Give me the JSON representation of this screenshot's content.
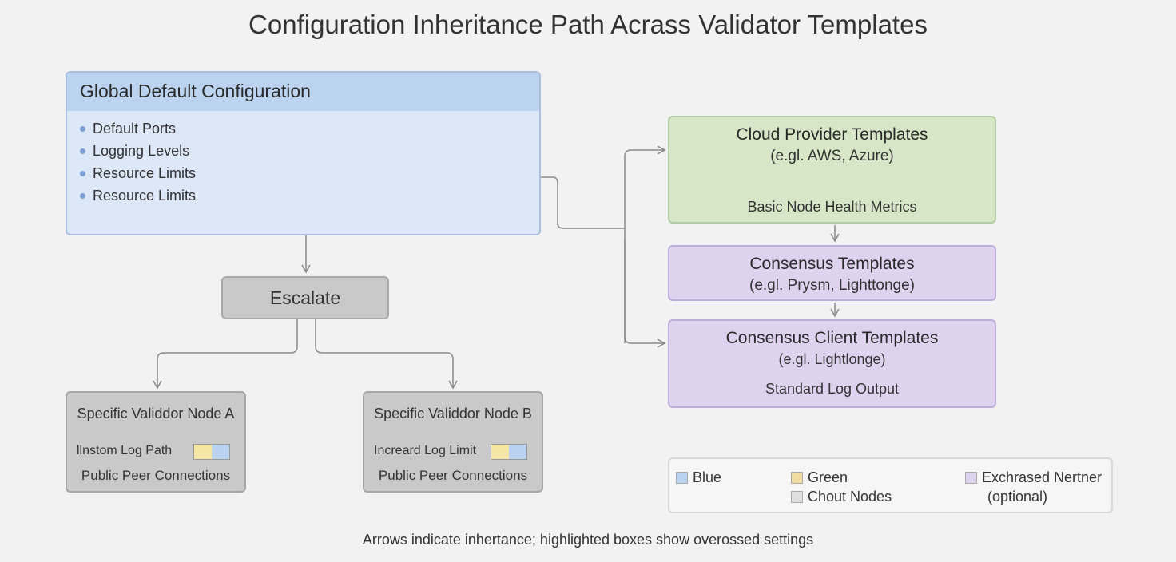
{
  "title": "Configuration Inheritance Path Acrass Validator Templates",
  "global": {
    "header": "Global Default Configuration",
    "items": [
      "Default Ports",
      "Logging Levels",
      "Resource Limits",
      "Resource Limits"
    ]
  },
  "cloud": {
    "title": "Cloud Provider Templates",
    "sub": "(e.gl. AWS, Azure)",
    "detail": "Basic Node Health Metrics"
  },
  "consensus": {
    "title": "Consensus Templates",
    "sub": "(e.gl. Prysm, Lighttonge)"
  },
  "client": {
    "title": "Consensus Client Templates",
    "sub": "(e.gl. Lightlonge)",
    "detail": "Standard Log Output"
  },
  "escalate": "Escalate",
  "nodeA": {
    "title": "Specific Validdor Node A",
    "override": "llnstom Log Path",
    "peer": "Public Peer Connections"
  },
  "nodeB": {
    "title": "Specific Validdor Node B",
    "override": "Increard Log Limit",
    "peer": "Public Peer Connections"
  },
  "legend": [
    {
      "label": "Blue",
      "color": "#b9d2f0"
    },
    {
      "label": "Green",
      "color": "#f0dc9e"
    },
    {
      "label": "Chout Nodes",
      "color": "#e0e0e0"
    },
    {
      "label": "Exchrased Nertner",
      "color": "#dcd3ef"
    },
    {
      "label": "(optional)"
    }
  ],
  "caption": "Arrows indicate inhertance; highlighted boxes show overossed settings"
}
